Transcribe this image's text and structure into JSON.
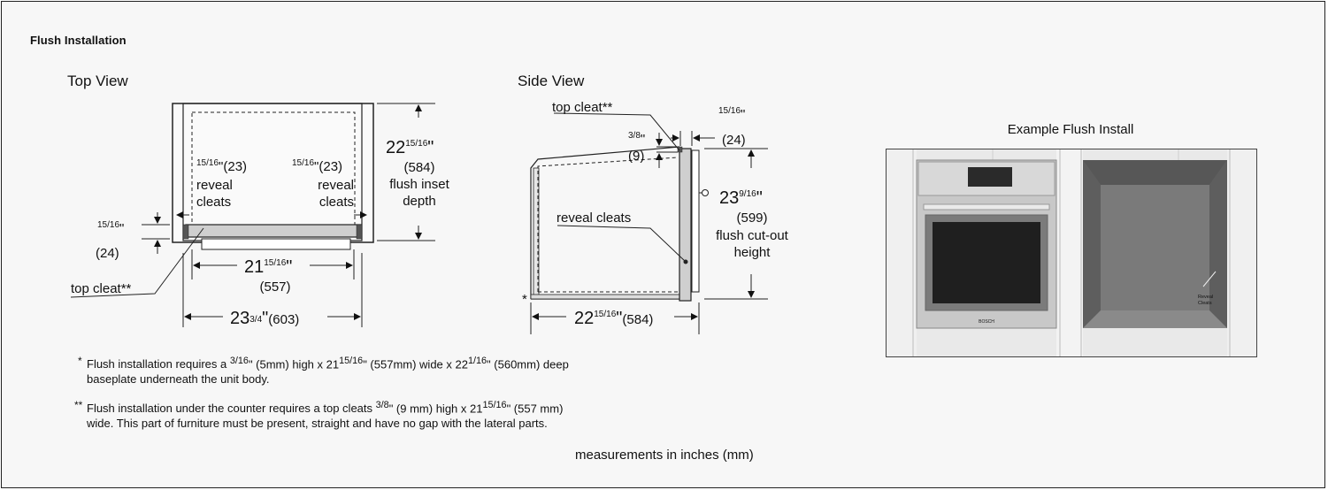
{
  "title": "Flush Installation",
  "top_view": {
    "label": "Top View",
    "left_reveal": {
      "frac": "15/16",
      "dim": "\"(23)",
      "line1": "reveal",
      "line2": "cleats"
    },
    "right_reveal": {
      "frac": "15/16",
      "dim": "\"(23)",
      "line1": "reveal",
      "line2": "cleats"
    },
    "depth": {
      "whole": "22",
      "frac": "15/16",
      "inch": "\"",
      "mm": "(584)",
      "line1": "flush inset",
      "line2": "depth"
    },
    "side_gap": {
      "frac": "15/16",
      "inch": "\"",
      "mm": "(24)"
    },
    "inner_width": {
      "whole": "21",
      "frac": "15/16",
      "inch": "\"",
      "mm": "(557)"
    },
    "outer_width": {
      "whole": "23",
      "frac": "3/4",
      "inch": "\"",
      "mm": "(603)"
    },
    "top_cleat": "top cleat**"
  },
  "side_view": {
    "label": "Side View",
    "top_cleat": "top cleat**",
    "cleat_height": {
      "frac": "3/8",
      "inch": "\"",
      "mm": "(9)"
    },
    "front_gap": {
      "frac": "15/16",
      "inch": "\"",
      "mm": "(24)"
    },
    "height": {
      "whole": "23",
      "frac": "9/16",
      "inch": "\"",
      "mm": "(599)",
      "line1": "flush cut-out",
      "line2": "height"
    },
    "reveal_cleats": "reveal cleats",
    "depth": {
      "whole": "22",
      "frac": "15/16",
      "inch": "\"",
      "mm": "(584)"
    },
    "asterisk": "*"
  },
  "example": {
    "title": "Example Flush Install",
    "brand": "BOSCH",
    "reveal_label_1": "Reveal",
    "reveal_label_2": "Cleats"
  },
  "notes": {
    "note1_star": "*",
    "note1_a": "Flush installation requires a ",
    "note1_frac1": "3/16",
    "note1_b": "\" (5mm) high x 21",
    "note1_frac2": "15/16",
    "note1_c": "\" (557mm) wide x 22",
    "note1_frac3": "1/16",
    "note1_d": "\" (560mm) deep",
    "note1_line2": "baseplate underneath the unit body.",
    "note2_star": "**",
    "note2_a": "Flush installation under the counter requires a top cleats ",
    "note2_frac1": "3/8",
    "note2_b": "\" (9 mm) high x 21",
    "note2_frac2": "15/16",
    "note2_c": "\" (557 mm)",
    "note2_line2": "wide. This part of furniture must be present, straight and have no gap with the lateral parts."
  },
  "units": "measurements in inches (mm)"
}
